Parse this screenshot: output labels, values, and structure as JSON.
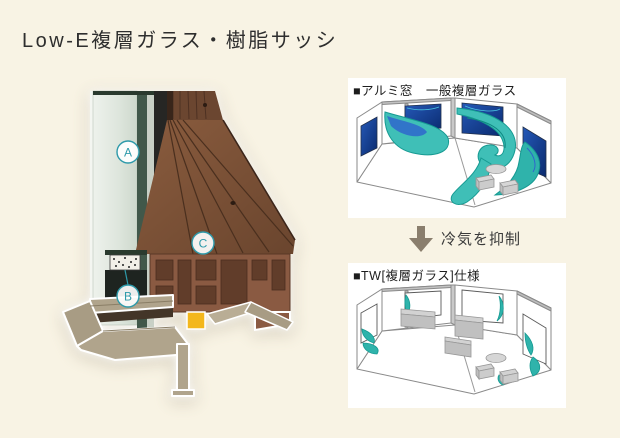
{
  "page": {
    "title": "Low-E複層ガラス・樹脂サッシ",
    "background": "#f8f3e4"
  },
  "cross_section": {
    "markers": {
      "a": "A",
      "b": "B",
      "c": "C"
    },
    "marker_accent": "#2e9aaa",
    "highlight_yellow": "#f3b71d",
    "wood_brown": "#7d5339",
    "resin_brown": "#8a5a42",
    "aluminum_tan": "#b0a48c",
    "glass_green": "#e4eae3"
  },
  "comparison": {
    "before_label": "■アルミ窓　一般複層ガラス",
    "arrow_caption": "冷気を抑制",
    "after_label": "■TW[複層ガラス]仕様",
    "arrow_color": "#8a7e6d",
    "cold_air_teal": "#3fbfb7",
    "cold_air_deep": "#169a92",
    "window_blue": "#1c4fa8"
  }
}
